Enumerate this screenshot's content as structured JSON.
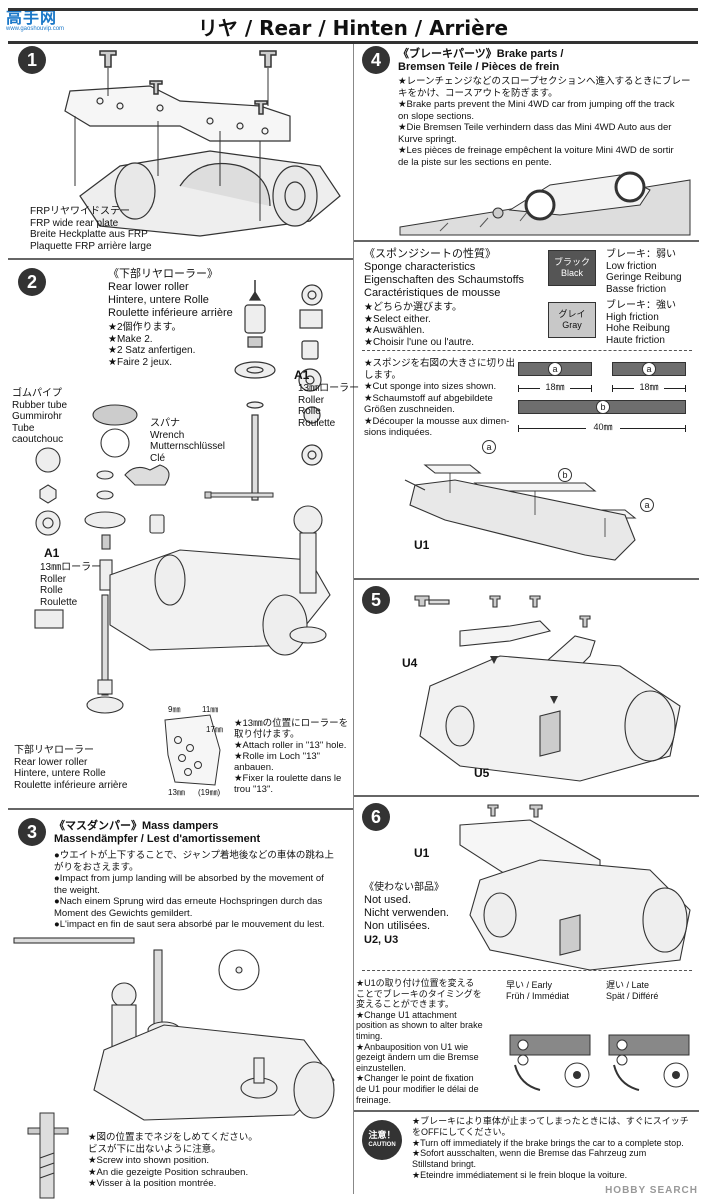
{
  "header": {
    "title": "リヤ / Rear / Hinten / Arrière"
  },
  "watermark": {
    "logo": "高手网",
    "url": "www.gaoshouvip.com",
    "bottom": "HOBBY SEARCH"
  },
  "steps": {
    "s1": "1",
    "s2": "2",
    "s3": "3",
    "s4": "4",
    "s5": "5",
    "s6": "6"
  },
  "step1": {
    "labels": [
      "FRPリヤワイドステー",
      "FRP wide rear plate",
      "Breite Heckplatte aus FRP",
      "Plaquette FRP arrière large"
    ]
  },
  "step2": {
    "title": [
      "《下部リヤローラー》",
      "Rear lower roller",
      "Hintere, untere Rolle",
      "Roulette inférieure arrière"
    ],
    "make": [
      "★2個作ります。",
      "★Make 2.",
      "★2 Satz anfertigen.",
      "★Faire 2 jeux."
    ],
    "a1_right": "A1",
    "roller_right": [
      "13㎜ローラー",
      "Roller",
      "Rolle",
      "Roulette"
    ],
    "tube": [
      "ゴムパイプ",
      "Rubber tube",
      "Gummirohr",
      "Tube",
      "caoutchouc"
    ],
    "wrench": [
      "スパナ",
      "Wrench",
      "Mutternschlüssel",
      "Clé"
    ],
    "a1_left": "A1",
    "roller_left": [
      "13㎜ローラー",
      "Roller",
      "Rolle",
      "Roulette"
    ],
    "bottom_label": [
      "下部リヤローラー",
      "Rear lower roller",
      "Hintere, untere Rolle",
      "Roulette inférieure arrière"
    ],
    "hole_labels": {
      "h9": "9㎜",
      "h11": "11㎜",
      "h17": "17㎜",
      "h13": "13㎜",
      "h19": "(19㎜)"
    },
    "attach": [
      "★13㎜の位置にローラーを",
      "取り付けます。",
      "★Attach roller in \"13\" hole.",
      "★Rolle im Loch \"13\"",
      "anbauen.",
      "★Fixer la roulette dans le",
      "trou \"13\"."
    ]
  },
  "step3": {
    "title": [
      "《マスダンパー》Mass dampers",
      "Massendämpfer / Lest d'amortissement"
    ],
    "body": [
      "●ウエイトが上下することで、ジャンプ着地後などの車体の跳ね上",
      "がりをおさえます。",
      "●Impact from jump landing will be absorbed by the movement of",
      "the weight.",
      "●Nach einem Sprung wird das erneute Hochspringen durch das",
      "Moment des Gewichts gemildert.",
      "●L'impact en fin de saut sera absorbé par le mouvement du lest."
    ],
    "screw": [
      "★図の位置までネジをしめてください。",
      "ビスが下に出ないように注意。",
      "★Screw into shown position.",
      "★An die gezeigte Position schrauben.",
      "★Visser à la position montrée."
    ]
  },
  "step4": {
    "title": [
      "《ブレーキパーツ》Brake parts /",
      "Bremsen Teile / Pièces de frein"
    ],
    "body": [
      "★レーンチェンジなどのスロープセクションへ進入するときにブレー",
      "キをかけ、コースアウトを防ぎます。",
      "★Brake parts prevent the Mini 4WD car from jumping off the track",
      "on slope sections.",
      "★Die Bremsen Teile verhindern dass das Mini 4WD Auto aus der",
      "Kurve springt.",
      "★Les pièces de freinage empêchent la voiture Mini 4WD de sortir",
      "de la piste sur les sections en pente."
    ]
  },
  "sponge": {
    "title": [
      "《スポンジシートの性質》",
      "Sponge characteristics",
      "Eigenschaften des Schaumstoffs",
      "Caractéristiques de mousse"
    ],
    "select": [
      "★どちらか選びます。",
      "★Select either.",
      "★Auswählen.",
      "★Choisir l'une ou l'autre."
    ],
    "black_label": [
      "ブラック",
      "Black"
    ],
    "black_desc": [
      "ブレーキ：弱い",
      "Low friction",
      "Geringe Reibung",
      "Basse friction"
    ],
    "gray_label": [
      "グレイ",
      "Gray"
    ],
    "gray_desc": [
      "ブレーキ：強い",
      "High friction",
      "Hohe Reibung",
      "Haute friction"
    ],
    "cut": [
      "★スポンジを右図の大きさに切り出",
      "します。",
      "★Cut sponge into sizes shown.",
      "★Schaumstoff auf abgebildete",
      "Größen zuschneiden.",
      "★Découper la mousse aux dimen-",
      "sions indiquées."
    ],
    "a": "a",
    "b": "b",
    "dim18": "18㎜",
    "dim40": "40㎜",
    "u1": "U1"
  },
  "step5": {
    "u4": "U4",
    "u5": "U5"
  },
  "step6": {
    "u1": "U1",
    "notused": [
      "《使わない部品》",
      "Not used.",
      "Nicht verwenden.",
      "Non utilisées.",
      "U2, U3"
    ],
    "change": [
      "★U1の取り付け位置を変える",
      "ことでブレーキのタイミングを",
      "変えることができます。",
      "★Change U1 attachment",
      "position as shown to alter brake",
      "timing.",
      "★Anbauposition von U1 wie",
      "gezeigt ändern um die Bremse",
      "einzustellen.",
      "★Changer le point de fixation",
      "de U1 pour modifier le délai de",
      "freinage."
    ],
    "early": [
      "早い / Early",
      "Früh / Immédiat"
    ],
    "late": [
      "遅い / Late",
      "Spät / Différé"
    ]
  },
  "caution": {
    "badge": "注意！",
    "badge_en": "CAUTION",
    "text": [
      "★ブレーキにより車体が止まってしまったときには、すぐにスイッチ",
      "をOFFにしてください。",
      "★Turn off immediately if the brake brings the car to a complete stop.",
      "★Sofort ausschalten, wenn die Bremse das Fahrzeug zum",
      "Stillstand bringt.",
      "★Eteindre immédiatement si le frein bloque la voiture."
    ]
  }
}
